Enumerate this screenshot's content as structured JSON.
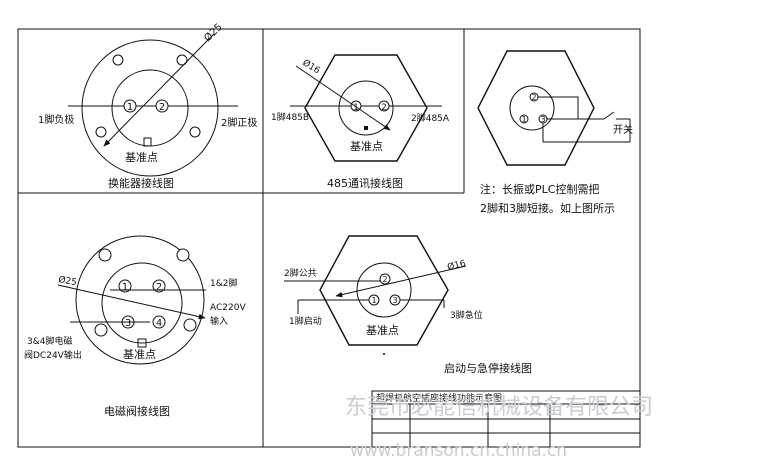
{
  "panels": {
    "transducer": {
      "diameter": "Ø25",
      "pin1_label": "1脚负极",
      "pin2_label": "2脚正极",
      "pin1_num": "1",
      "pin2_num": "2",
      "datum": "基准点",
      "caption": "换能器接线图"
    },
    "rs485": {
      "diameter": "Ø16",
      "pin1_label": "1脚485B",
      "pin2_label": "2脚485A",
      "pin1_num": "1",
      "pin2_num": "2",
      "datum": "基准点",
      "caption": "485通讯接线图"
    },
    "switch": {
      "pin2_num": "2",
      "pin1_num": "1",
      "pin3_num": "3",
      "switch_label": "开关",
      "note_line1": "注：长振或PLC控制需把",
      "note_line2": "2脚和3脚短接。如上图所示"
    },
    "solenoid": {
      "diameter": "Ø25",
      "pins12_label": "1&2脚",
      "ac_label": "AC220V",
      "input_label": "输入",
      "pins34_label_line1": "3&4脚电磁",
      "pins34_label_line2": "阀DC24V输出",
      "pin1_num": "1",
      "pin2_num": "2",
      "pin3_num": "3",
      "pin4_num": "4",
      "datum": "基准点",
      "caption": "电磁阀接线图"
    },
    "start_stop": {
      "diameter": "Ø16",
      "pin2_label": "2脚公共",
      "pin1_label": "1脚启动",
      "pin3_label": "3脚急位",
      "pin2_num": "2",
      "pin1_num": "1",
      "pin3_num": "3",
      "datum": "基准点",
      "caption": "启动与急停接线图"
    }
  },
  "title_block": {
    "title": "超焊机航空插座接线功能示意图"
  },
  "watermark": {
    "company": "东莞市必能信机械设备有限公司",
    "url": "www.branson.cn.china.cn"
  }
}
